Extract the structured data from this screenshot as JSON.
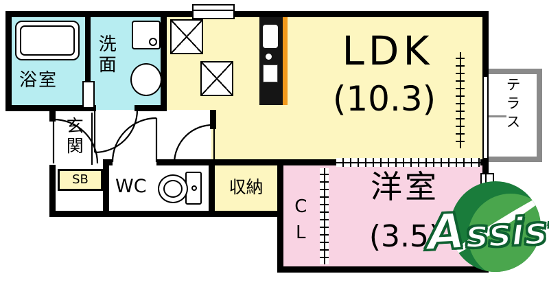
{
  "type": "japanese-apartment-floorplan",
  "rooms": {
    "bath": {
      "label": "浴室"
    },
    "wash": {
      "label": "洗面"
    },
    "entrance": {
      "label": "玄関"
    },
    "shoe_box": {
      "label": "SB"
    },
    "wc": {
      "label": "WC"
    },
    "storage": {
      "label": "収納"
    },
    "ldk": {
      "label": "LDK",
      "size": "(10.3)"
    },
    "terrace": {
      "label": "テラス"
    },
    "closet": {
      "label": "CL"
    },
    "western_room": {
      "label": "洋室",
      "size": "(3.5)"
    }
  },
  "logo": {
    "text": "Assist"
  },
  "colors": {
    "wet_area": "#b7edf1",
    "ldk": "#fdf6c0",
    "bedroom_pink": "#f9d3e3",
    "wall": "#000000",
    "terrace_wall": "#8a8a8a",
    "kitchen_accent": "#f29a1d",
    "logo_green_dark": "#1a7c3b",
    "logo_green_light": "#4aa64d"
  },
  "icons": {
    "bathtub": "rounded-rect-tub",
    "wash_basin": "oval",
    "washer_pan": "square-with-drain-circle",
    "toilet": "tank-and-bowl",
    "kitchen_counter": "black-counter-with-sink",
    "range_space": "x-hatched-square",
    "door": "quarter-arc-swing",
    "sliding_window": "ticked-line",
    "window": "double-line-box"
  }
}
